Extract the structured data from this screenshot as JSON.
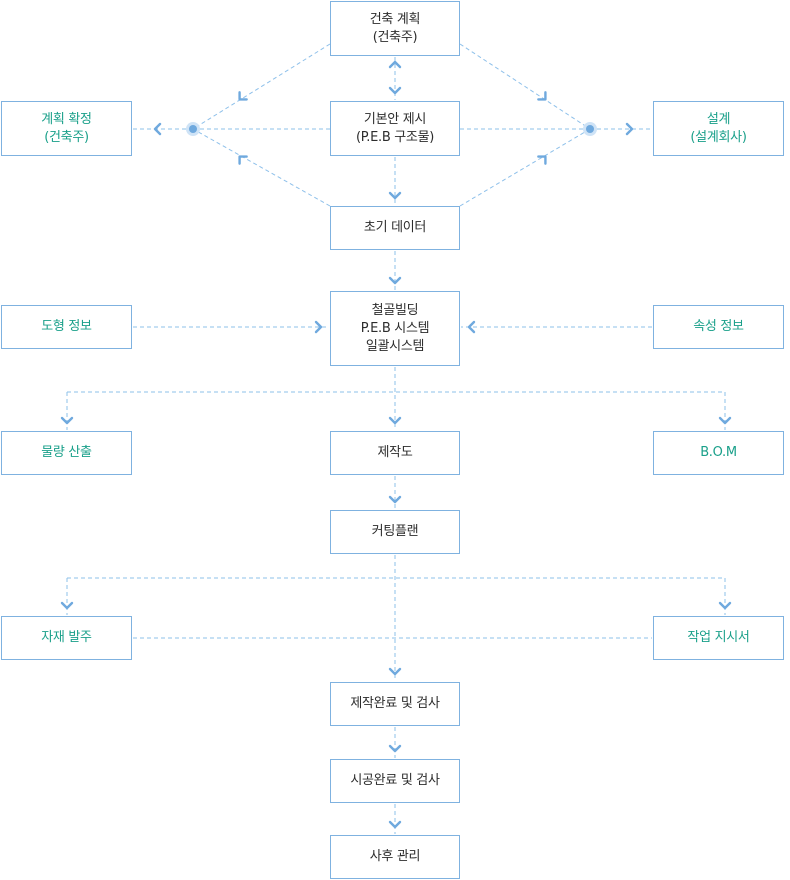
{
  "nodes": {
    "plan": [
      "건축 계획",
      "(건축주)"
    ],
    "plan_confirm": [
      "계획 확정",
      "(건축주)"
    ],
    "basic_proposal": [
      "기본안 제시",
      "(P.E.B 구조물)"
    ],
    "design": [
      "설계",
      "(설계회사)"
    ],
    "initial_data": [
      "초기 데이터"
    ],
    "shape_info": [
      "도형 정보"
    ],
    "steel_building": [
      "철골빌딩",
      "P.E.B 시스템",
      "일괄시스템"
    ],
    "attr_info": [
      "속성 정보"
    ],
    "quantity": [
      "물량 산출"
    ],
    "drawing": [
      "제작도"
    ],
    "bom": [
      "B.O.M"
    ],
    "cutting_plan": [
      "커팅플랜"
    ],
    "material_order": [
      "자재 발주"
    ],
    "work_order": [
      "작업 지시서"
    ],
    "production_inspection": [
      "제작완료 및 검사"
    ],
    "construction_inspection": [
      "시공완료 및 검사"
    ],
    "maintenance": [
      "사후 관리"
    ]
  },
  "colors": {
    "border": "#7fb2e0",
    "connector": "#8ec0ea",
    "arrow": "#6fa9de",
    "center_text": "#2c2c2c",
    "side_text": "#1aa08a"
  }
}
